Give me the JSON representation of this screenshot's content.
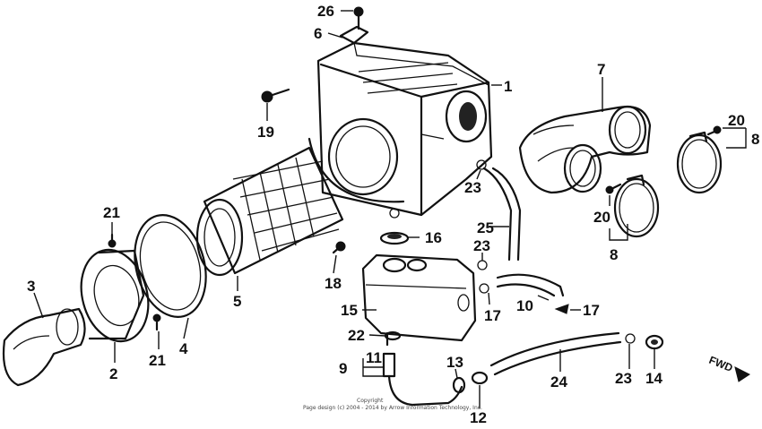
{
  "callouts": [
    {
      "id": "c26",
      "text": "26"
    },
    {
      "id": "c6",
      "text": "6"
    },
    {
      "id": "c1",
      "text": "1"
    },
    {
      "id": "c7",
      "text": "7"
    },
    {
      "id": "c20a",
      "text": "20"
    },
    {
      "id": "c8a",
      "text": "8"
    },
    {
      "id": "c19",
      "text": "19"
    },
    {
      "id": "c23a",
      "text": "23"
    },
    {
      "id": "c25",
      "text": "25"
    },
    {
      "id": "c20b",
      "text": "20"
    },
    {
      "id": "c8b",
      "text": "8"
    },
    {
      "id": "c21a",
      "text": "21"
    },
    {
      "id": "c16",
      "text": "16"
    },
    {
      "id": "c23b",
      "text": "23"
    },
    {
      "id": "c18",
      "text": "18"
    },
    {
      "id": "c5",
      "text": "5"
    },
    {
      "id": "c3",
      "text": "3"
    },
    {
      "id": "c15",
      "text": "15"
    },
    {
      "id": "c17a",
      "text": "17"
    },
    {
      "id": "c10",
      "text": "10"
    },
    {
      "id": "c17b",
      "text": "17"
    },
    {
      "id": "c22",
      "text": "22"
    },
    {
      "id": "c4",
      "text": "4"
    },
    {
      "id": "c21b",
      "text": "21"
    },
    {
      "id": "c2",
      "text": "2"
    },
    {
      "id": "c9",
      "text": "9"
    },
    {
      "id": "c11",
      "text": "11"
    },
    {
      "id": "c13",
      "text": "13"
    },
    {
      "id": "c24",
      "text": "24"
    },
    {
      "id": "c23c",
      "text": "23"
    },
    {
      "id": "c14",
      "text": "14"
    },
    {
      "id": "c12",
      "text": "12"
    }
  ],
  "direction_label": "FWD",
  "copyright_line1": "Copyright",
  "copyright_line2": "Page design (c) 2004 - 2014 by Arrow Information Technology, Inc."
}
